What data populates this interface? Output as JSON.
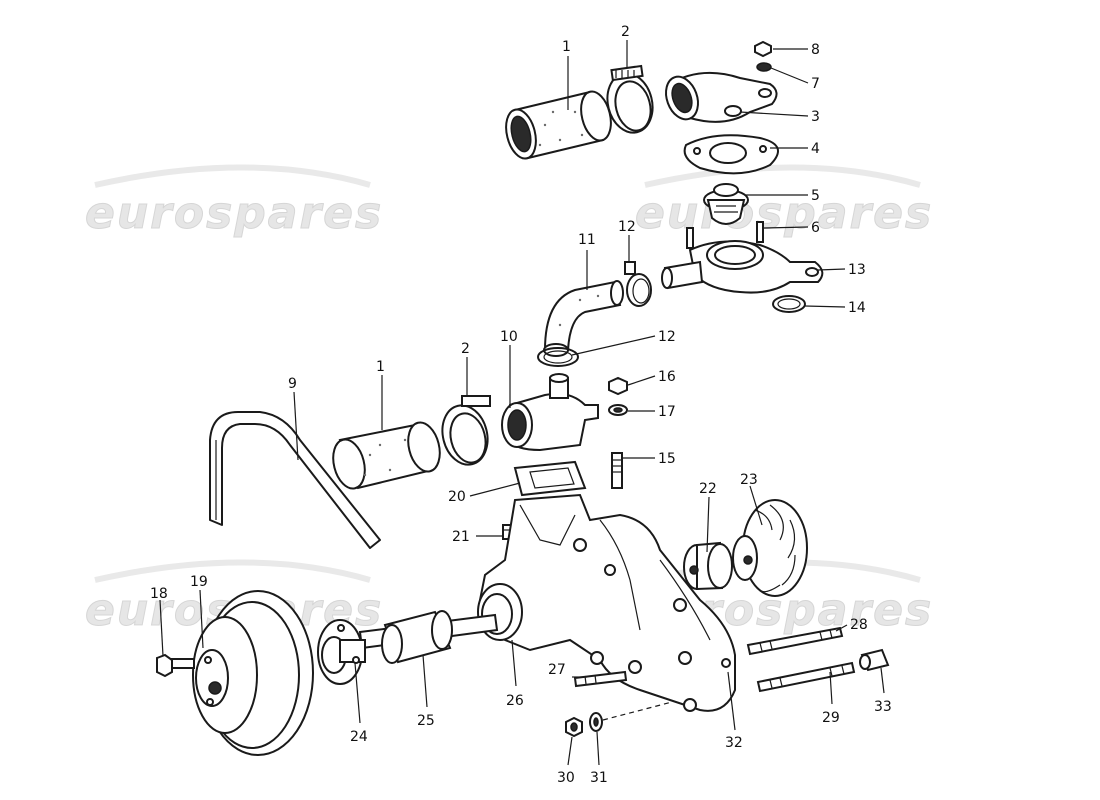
{
  "watermark": {
    "text": "eurospares"
  },
  "callouts": [
    {
      "id": "c1a",
      "label": "1"
    },
    {
      "id": "c2a",
      "label": "2"
    },
    {
      "id": "c8",
      "label": "8"
    },
    {
      "id": "c7",
      "label": "7"
    },
    {
      "id": "c3",
      "label": "3"
    },
    {
      "id": "c4",
      "label": "4"
    },
    {
      "id": "c5",
      "label": "5"
    },
    {
      "id": "c6",
      "label": "6"
    },
    {
      "id": "c11",
      "label": "11"
    },
    {
      "id": "c12a",
      "label": "12"
    },
    {
      "id": "c13",
      "label": "13"
    },
    {
      "id": "c14",
      "label": "14"
    },
    {
      "id": "c9",
      "label": "9"
    },
    {
      "id": "c1b",
      "label": "1"
    },
    {
      "id": "c2b",
      "label": "2"
    },
    {
      "id": "c10",
      "label": "10"
    },
    {
      "id": "c12b",
      "label": "12"
    },
    {
      "id": "c16",
      "label": "16"
    },
    {
      "id": "c17",
      "label": "17"
    },
    {
      "id": "c15",
      "label": "15"
    },
    {
      "id": "c20",
      "label": "20"
    },
    {
      "id": "c21",
      "label": "21"
    },
    {
      "id": "c22",
      "label": "22"
    },
    {
      "id": "c23",
      "label": "23"
    },
    {
      "id": "c18",
      "label": "18"
    },
    {
      "id": "c19",
      "label": "19"
    },
    {
      "id": "c28",
      "label": "28"
    },
    {
      "id": "c27",
      "label": "27"
    },
    {
      "id": "c26",
      "label": "26"
    },
    {
      "id": "c24",
      "label": "24"
    },
    {
      "id": "c25",
      "label": "25"
    },
    {
      "id": "c29",
      "label": "29"
    },
    {
      "id": "c33",
      "label": "33"
    },
    {
      "id": "c32",
      "label": "32"
    },
    {
      "id": "c30",
      "label": "30"
    },
    {
      "id": "c31",
      "label": "31"
    }
  ]
}
